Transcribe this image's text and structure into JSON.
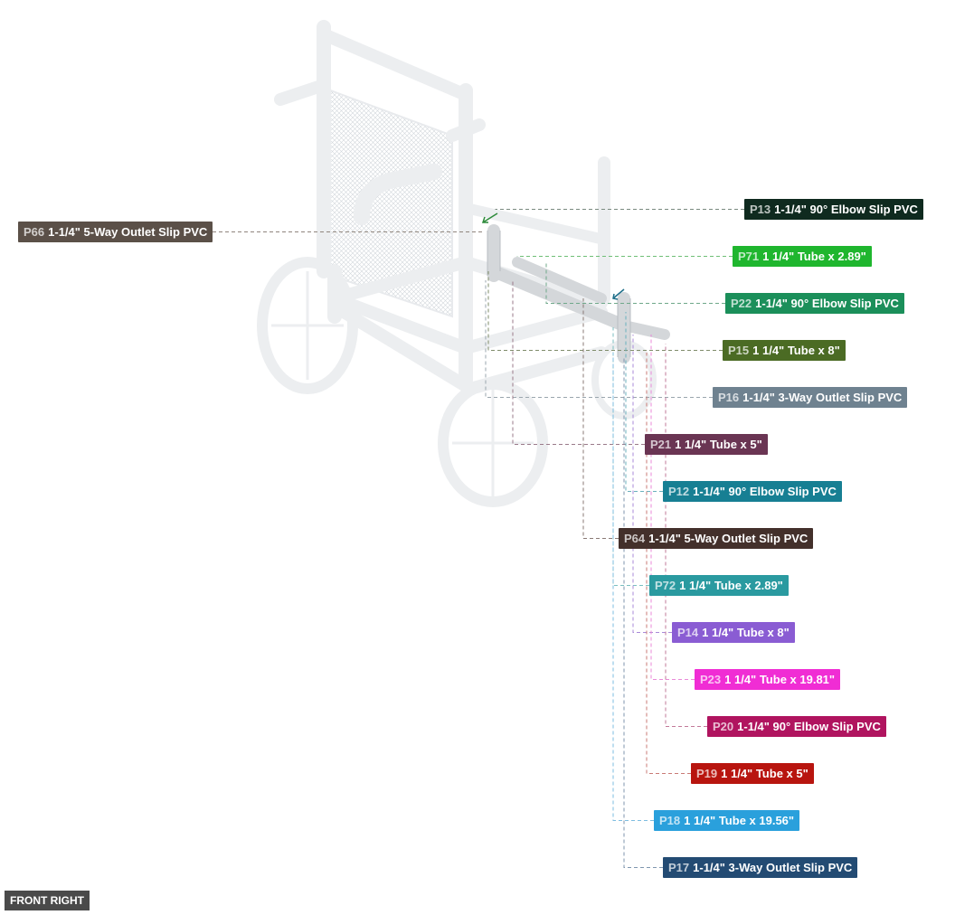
{
  "view_label": "FRONT RIGHT",
  "parts": [
    {
      "id": "P13",
      "name": "1-1/4\" 90° Elbow Slip PVC",
      "color": "#0f2a1f"
    },
    {
      "id": "P66",
      "name": "1-1/4\" 5-Way Outlet Slip PVC",
      "color": "#5b5048"
    },
    {
      "id": "P71",
      "name": "1 1/4\" Tube x 2.89\"",
      "color": "#1fb62e"
    },
    {
      "id": "P22",
      "name": "1-1/4\" 90° Elbow Slip PVC",
      "color": "#1b8f5a"
    },
    {
      "id": "P15",
      "name": "1 1/4\" Tube x 8\"",
      "color": "#4b6b24"
    },
    {
      "id": "P16",
      "name": "1-1/4\" 3-Way Outlet Slip PVC",
      "color": "#6f8290"
    },
    {
      "id": "P21",
      "name": "1 1/4\" Tube x 5\"",
      "color": "#6a3553"
    },
    {
      "id": "P12",
      "name": "1-1/4\" 90° Elbow Slip PVC",
      "color": "#177f93"
    },
    {
      "id": "P64",
      "name": "1-1/4\" 5-Way Outlet Slip PVC",
      "color": "#43302b"
    },
    {
      "id": "P72",
      "name": "1 1/4\" Tube x 2.89\"",
      "color": "#2a9aa0"
    },
    {
      "id": "P14",
      "name": "1 1/4\" Tube x 8\"",
      "color": "#8a5cd3"
    },
    {
      "id": "P23",
      "name": "1 1/4\" Tube x 19.81\"",
      "color": "#f02dd4"
    },
    {
      "id": "P20",
      "name": "1-1/4\" 90° Elbow Slip PVC",
      "color": "#b0145f"
    },
    {
      "id": "P19",
      "name": "1 1/4\" Tube x 5\"",
      "color": "#b8150f"
    },
    {
      "id": "P18",
      "name": "1 1/4\" Tube x 19.56\"",
      "color": "#2aa0dc"
    },
    {
      "id": "P17",
      "name": "1-1/4\" 3-Way Outlet Slip PVC",
      "color": "#234b73"
    }
  ]
}
